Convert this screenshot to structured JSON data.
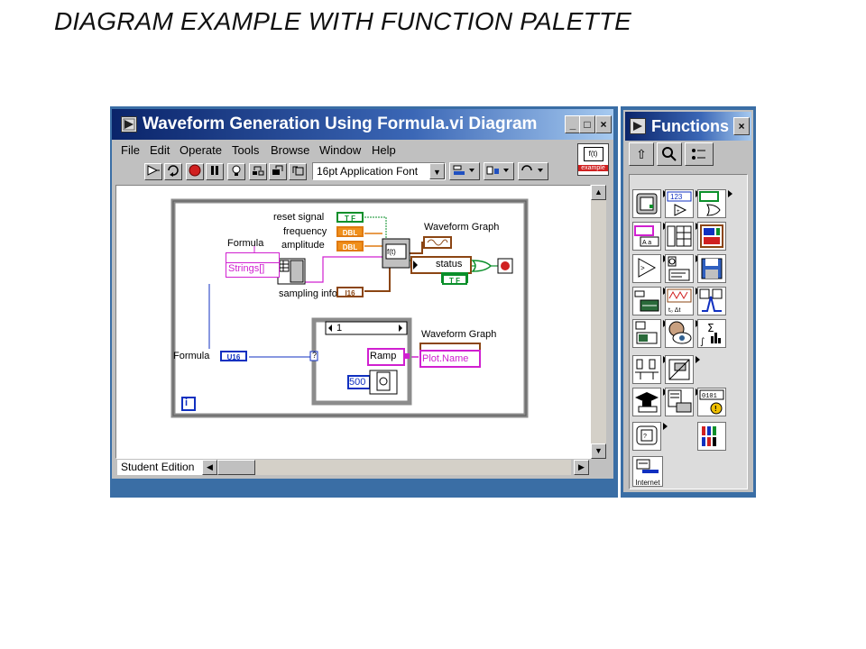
{
  "slide": {
    "title": "DIAGRAM EXAMPLE WITH FUNCTION PALETTE"
  },
  "diagram_window": {
    "title": "Waveform Generation Using Formula.vi Diagram",
    "title_buttons": [
      "_",
      "□",
      "×"
    ],
    "menu": [
      "File",
      "Edit",
      "Operate",
      "Tools",
      "Browse",
      "Window",
      "Help"
    ],
    "font_select": "16pt Application Font",
    "context_help": [
      "f(t)",
      "example"
    ],
    "status_label": "Student Edition"
  },
  "diagram": {
    "labels": {
      "reset_signal": "reset signal",
      "frequency": "frequency",
      "amplitude": "amplitude",
      "formula_top": "Formula",
      "strings": "Strings[]",
      "sampling_info": "sampling info",
      "waveform_graph_top": "Waveform Graph",
      "waveform_graph_bottom": "Waveform Graph",
      "status": "status",
      "formula_left": "Formula",
      "case_selector": "1",
      "ramp": "Ramp",
      "plot_name": "Plot.Name",
      "const_500": "500",
      "info": "i"
    },
    "terminals": {
      "tf": "T F",
      "dbl": "DBL",
      "u16": "U16",
      "i16": "I16",
      "ft": "f(t)",
      "question": "?"
    }
  },
  "palette": {
    "title": "Functions",
    "close": "×",
    "internet_label": "Internet",
    "cells": [
      {
        "name": "structures-icon"
      },
      {
        "name": "numeric-icon"
      },
      {
        "name": "boolean-icon"
      },
      {
        "name": "string-icon"
      },
      {
        "name": "array-icon"
      },
      {
        "name": "cluster-icon"
      },
      {
        "name": "comparison-icon"
      },
      {
        "name": "time-dialog-icon"
      },
      {
        "name": "file-io-icon"
      },
      {
        "name": "data-acquisition-icon"
      },
      {
        "name": "waveform-icon"
      },
      {
        "name": "analyze-icon"
      },
      {
        "name": "instrument-io-icon"
      },
      {
        "name": "motion-vision-icon"
      },
      {
        "name": "mathematics-icon"
      },
      {
        "name": "communication-icon"
      },
      {
        "name": "application-control-icon"
      },
      {
        "name": "tutorial-icon"
      },
      {
        "name": "report-generation-icon"
      },
      {
        "name": "advanced-icon"
      },
      {
        "name": "select-vi-icon"
      },
      {
        "name": "user-libraries-icon"
      },
      {
        "name": "internet-icon"
      }
    ]
  },
  "colors": {
    "titlebar_start": "#0a246a",
    "titlebar_end": "#a6caf0",
    "wire_green": "#0a8f2a",
    "wire_orange": "#e07a10",
    "wire_blue": "#1030c0",
    "wire_pink": "#d020d0",
    "wire_brown": "#8b4513"
  }
}
